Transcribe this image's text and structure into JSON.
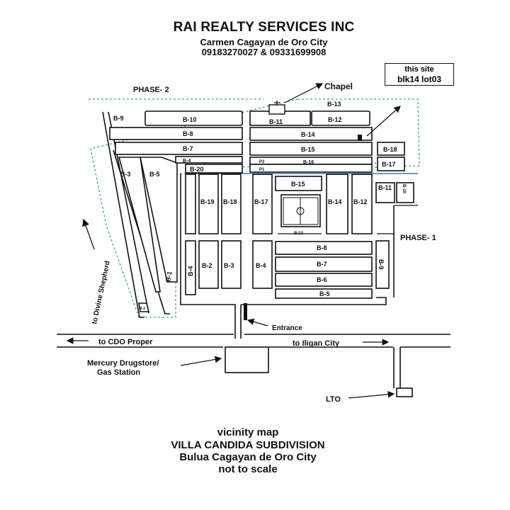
{
  "header": {
    "company": "RAI REALTY SERVICES INC",
    "address": "Carmen Cagayan de Oro City",
    "phones": "09183270027 & 09331699908"
  },
  "callout": {
    "line1": "this site",
    "line2": "blk14 lot03"
  },
  "phases": {
    "phase2": "PHASE- 2",
    "phase1": "PHASE- 1"
  },
  "landmarks": {
    "chapel": "Chapel",
    "entrance": "Entrance",
    "mercury": "Mercury Drugstore/",
    "gas": "Gas Station",
    "lto": "LTO"
  },
  "roads": {
    "to_cdo": "to CDO Proper",
    "to_iligan": "to Iligan City",
    "to_divine": "to Divine Shepherd"
  },
  "blocks": {
    "b9": "B-9",
    "b10": "B-10",
    "b8_top": "B-8",
    "b7_top": "B-7",
    "b4_top": "B-4",
    "b20": "B-20",
    "b3_left": "B-3",
    "b5_left": "B-5",
    "b13": "B-13",
    "b11_top": "B-11",
    "b12_top": "B-12",
    "b14_top": "B-14",
    "b15_top": "B-15",
    "b16": "B-16",
    "b18_right": "B-18",
    "b17_right": "B-17",
    "p2": "P2",
    "p1": "P1",
    "b19": "B-19",
    "b18_mid": "B-18",
    "b17_mid": "B-17",
    "b15_mid": "B-15",
    "b14_mid": "B-14",
    "b12_mid": "B-12",
    "b11_right": "B-11",
    "b10_right": "B-10",
    "b13_small": "B-13",
    "b1": "B-1",
    "b4_low": "B-4",
    "b2": "B-2",
    "b3_low": "B-3",
    "b4_mid": "B-4",
    "b8_low": "B-8",
    "b7_low": "B-7",
    "b6": "B-6",
    "b5_low": "B-5",
    "b9_right": "B-9",
    "b2_tiny": "B-2"
  },
  "footer": {
    "line1": "vicinity map",
    "line2": "VILLA CANDIDA SUBDIVISION",
    "line3": "Bulua Cagayan de Oro City",
    "line4": "not to scale"
  },
  "colors": {
    "ink": "#111111",
    "phase2_boundary": "#3aa887",
    "phase1_boundary": "#2f4fb0"
  }
}
